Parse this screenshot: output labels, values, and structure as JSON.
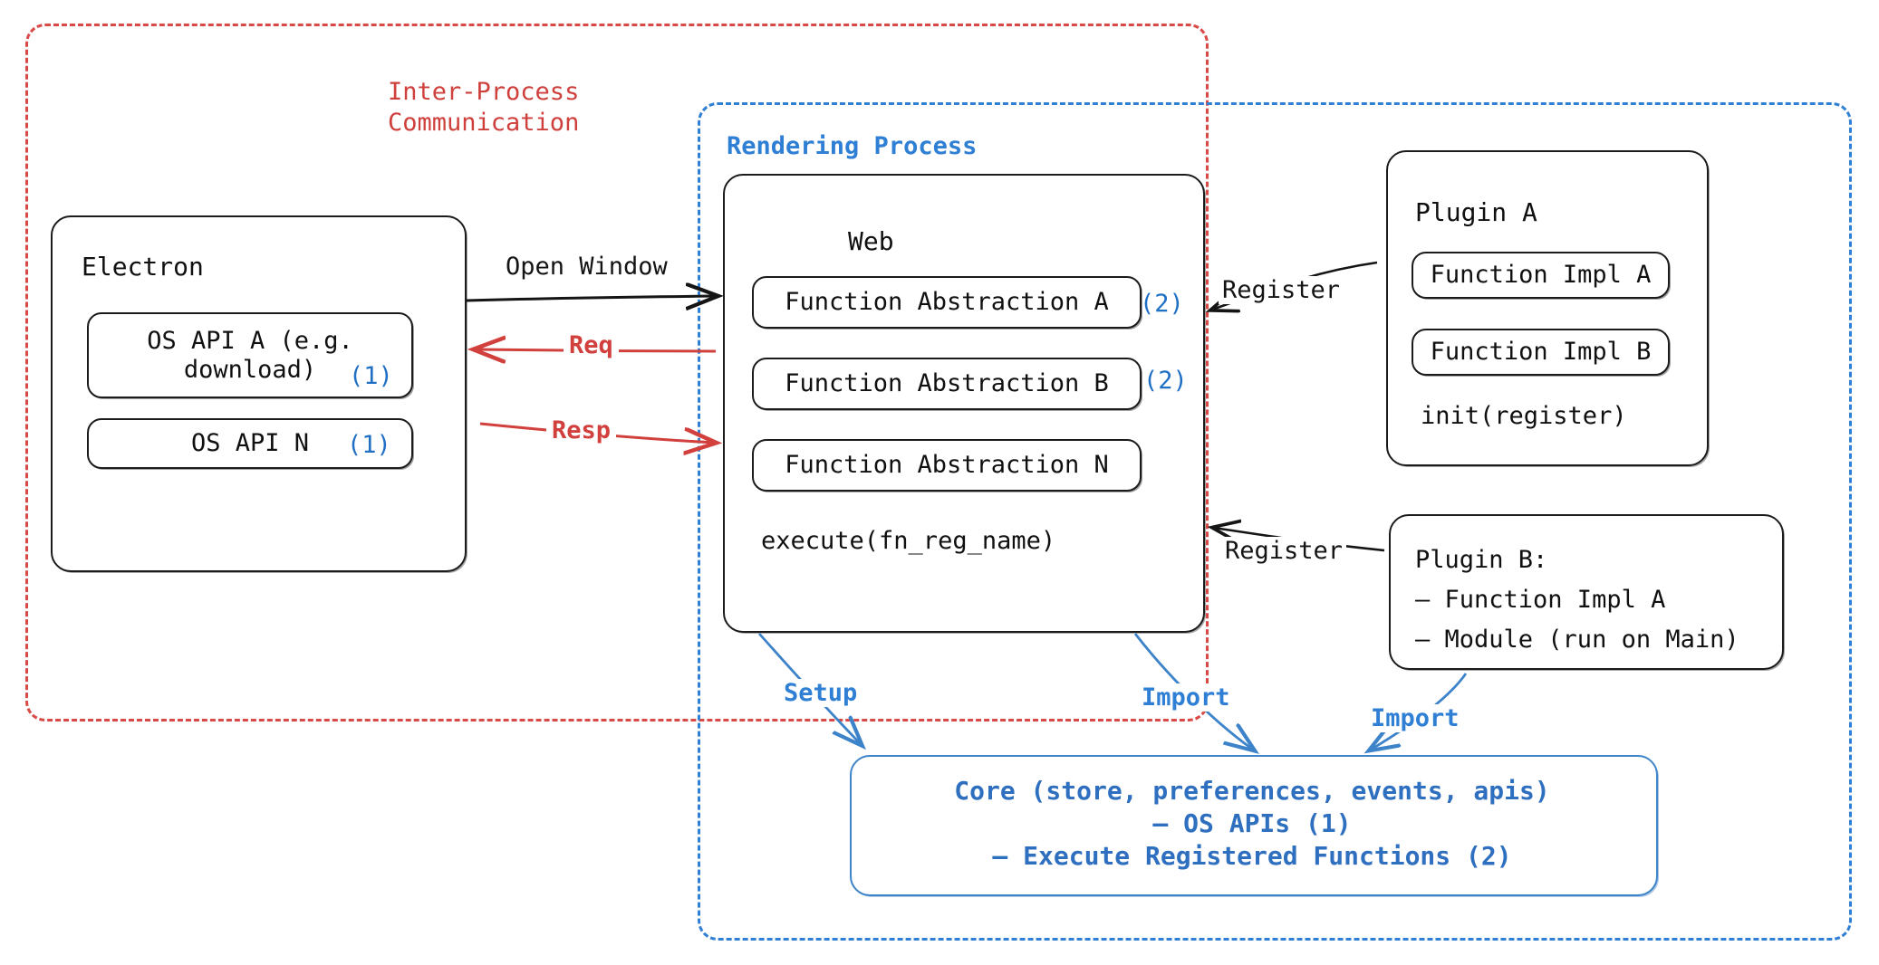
{
  "diagram": {
    "title": "Electron plugin architecture",
    "colors": {
      "ipc_red": "#d1403c",
      "render_blue": "#2f7fd4",
      "marker_blue": "#1f6fc4",
      "outline_black": "#1b1b1b"
    }
  },
  "ipc_container": {
    "label": "Inter-Process\nCommunication"
  },
  "render_container": {
    "label": "Rendering Process"
  },
  "electron": {
    "title": "Electron",
    "items": [
      {
        "text": "OS API A (e.g.\ndownload)",
        "marker": "(1)"
      },
      {
        "text": "OS API N",
        "marker": "(1)"
      }
    ]
  },
  "web": {
    "title": "Web",
    "abstractions": [
      {
        "text": "Function Abstraction A",
        "marker": "(2)"
      },
      {
        "text": "Function Abstraction B",
        "marker": "(2)"
      },
      {
        "text": "Function Abstraction N",
        "marker": ""
      }
    ],
    "note": "execute(fn_reg_name)"
  },
  "plugin_a": {
    "title": "Plugin A",
    "items": [
      {
        "text": "Function Impl A"
      },
      {
        "text": "Function Impl B"
      }
    ],
    "note": "init(register)"
  },
  "plugin_b": {
    "text": "Plugin B:\n– Function Impl A\n– Module (run on Main)"
  },
  "core": {
    "text": "Core (store, preferences, events, apis)\n– OS APIs (1)\n– Execute Registered Functions (2)"
  },
  "edges": [
    {
      "name": "open-window",
      "label": "Open Window",
      "color": "black"
    },
    {
      "name": "req",
      "label": "Req",
      "color": "red"
    },
    {
      "name": "resp",
      "label": "Resp",
      "color": "red"
    },
    {
      "name": "register-a",
      "label": "Register",
      "color": "black"
    },
    {
      "name": "register-b",
      "label": "Register",
      "color": "black"
    },
    {
      "name": "setup",
      "label": "Setup",
      "color": "blue"
    },
    {
      "name": "import-web",
      "label": "Import",
      "color": "blue"
    },
    {
      "name": "import-plugin-b",
      "label": "Import",
      "color": "blue"
    }
  ]
}
